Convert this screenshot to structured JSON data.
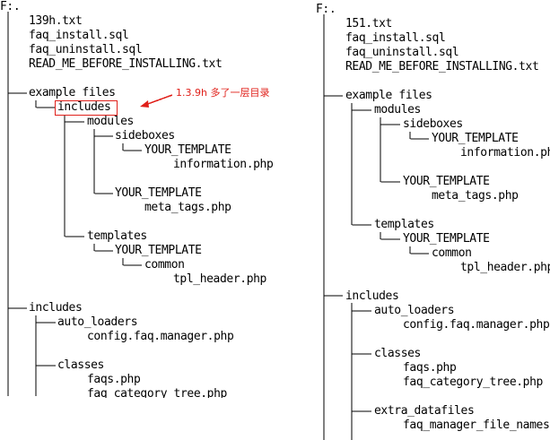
{
  "left": {
    "root": "F:.",
    "files": [
      "139h.txt",
      "faq_install.sql",
      "faq_uninstall.sql",
      "READ_ME_BEFORE_INSTALLING.txt"
    ],
    "example_files": "example files",
    "ex_includes": "includes",
    "modules": "modules",
    "sideboxes": "sideboxes",
    "sb_your_template": "YOUR_TEMPLATE",
    "information_php": "information.php",
    "mod_your_template": "YOUR_TEMPLATE",
    "meta_tags_php": "meta_tags.php",
    "templates": "templates",
    "tpl_your_template": "YOUR_TEMPLATE",
    "common": "common",
    "tpl_header_php": "tpl_header.php",
    "includes": "includes",
    "auto_loaders": "auto_loaders",
    "config_php": "config.faq.manager.php",
    "classes": "classes",
    "faqs_php": "faqs.php",
    "faq_category_tree_php": "faq_category_tree.php"
  },
  "annotation": {
    "text": "1.3.9h 多了一层目录",
    "color": "#e0201a"
  },
  "right": {
    "root": "F:.",
    "files": [
      "151.txt",
      "faq_install.sql",
      "faq_uninstall.sql",
      "READ_ME_BEFORE_INSTALLING.txt"
    ],
    "example_files": "example files",
    "modules": "modules",
    "sideboxes": "sideboxes",
    "sb_your_template": "YOUR_TEMPLATE",
    "information_php": "information.php",
    "mod_your_template": "YOUR_TEMPLATE",
    "meta_tags_php": "meta_tags.php",
    "templates": "templates",
    "tpl_your_template": "YOUR_TEMPLATE",
    "common": "common",
    "tpl_header_php": "tpl_header.php",
    "includes": "includes",
    "auto_loaders": "auto_loaders",
    "config_php": "config.faq.manager.php",
    "classes": "classes",
    "faqs_php": "faqs.php",
    "faq_category_tree_php": "faq_category_tree.php",
    "extra_datafiles": "extra_datafiles",
    "faq_manager_file_names": "faq_manager_file_names.php"
  }
}
